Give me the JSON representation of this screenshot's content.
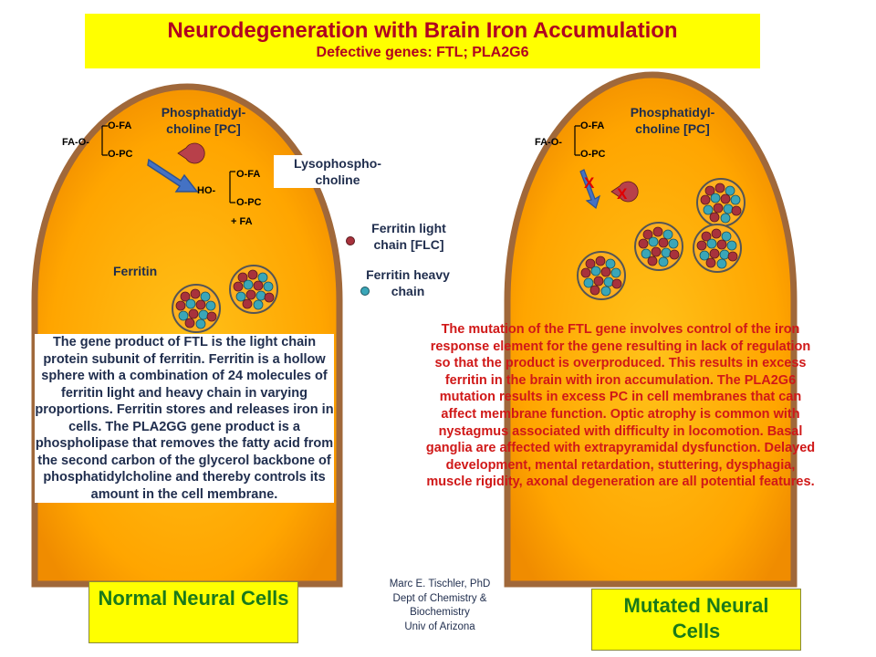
{
  "header": {
    "title": "Neurodegeneration with Brain Iron Accumulation",
    "subtitle": "Defective genes: FTL; PLA2G6"
  },
  "normal_cell": {
    "pc_label_1": "Phosphatidyl-",
    "pc_label_2": "choline [PC]",
    "fa_o": "FA-O-",
    "o_fa": "O-FA",
    "o_pc": "O-PC",
    "ho": "HO-",
    "plus_fa": "+ FA",
    "ferritin_label": "Ferritin",
    "label": "Normal Neural Cells",
    "description": "The gene product of FTL is the light chain protein subunit of ferritin. Ferritin is a hollow sphere with a combination of 24 molecules of ferritin light and heavy chain in varying proportions. Ferritin stores and releases iron in cells. The PLA2GG gene product is a phospholipase that removes the fatty acid from the second carbon of the glycerol backbone of phosphatidylcholine and thereby controls its amount in the cell membrane."
  },
  "legend": {
    "lyso_1": "Lysophospho-",
    "lyso_2": "choline",
    "flc_1": "Ferritin light",
    "flc_2": "chain [FLC]",
    "fhc_1": "Ferritin heavy",
    "fhc_2": "chain"
  },
  "mutated_cell": {
    "pc_label_1": "Phosphatidyl-",
    "pc_label_2": "choline [PC]",
    "fa_o": "FA-O-",
    "o_fa": "O-FA",
    "o_pc": "O-PC",
    "x_mark": "X",
    "label_1": "Mutated Neural",
    "label_2": "Cells",
    "description": "The mutation of the FTL gene involves control of the iron response element for the gene resulting in lack of regulation so that the product is overproduced. This results in excess ferritin in the brain with iron accumulation. The PLA2G6 mutation results in excess PC in cell membranes that can affect membrane function. Optic atrophy is common with nystagmus associated with difficulty in locomotion. Basal ganglia are affected with extrapyramidal dysfunction. Delayed development, mental retardation, stuttering, dysphagia, muscle rigidity, axonal degeneration are all potential features."
  },
  "credit": {
    "line1": "Marc  E. Tischler, PhD",
    "line2": "Dept of Chemistry  &",
    "line3": "Biochemistry",
    "line4": "Univ of Arizona"
  },
  "colors": {
    "title_box": "#ffff00",
    "title_text": "#b00020",
    "cell_fill": "#ffa500",
    "cell_border": "#a0683a",
    "light_chain": "#a8323c",
    "heavy_chain": "#3aa6b8",
    "label_text": "#1a7a1a",
    "mutation_text": "#d01818"
  }
}
